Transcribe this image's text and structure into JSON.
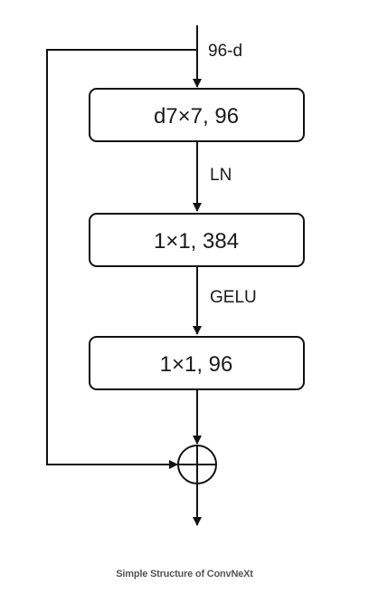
{
  "diagram": {
    "input_label": "96-d",
    "blocks": [
      {
        "label": "d7×7, 96"
      },
      {
        "label": "1×1, 384"
      },
      {
        "label": "1×1, 96"
      }
    ],
    "edge_labels": [
      "LN",
      "GELU"
    ],
    "add_symbol": "⊕"
  },
  "caption": "Simple Structure of ConvNeXt"
}
